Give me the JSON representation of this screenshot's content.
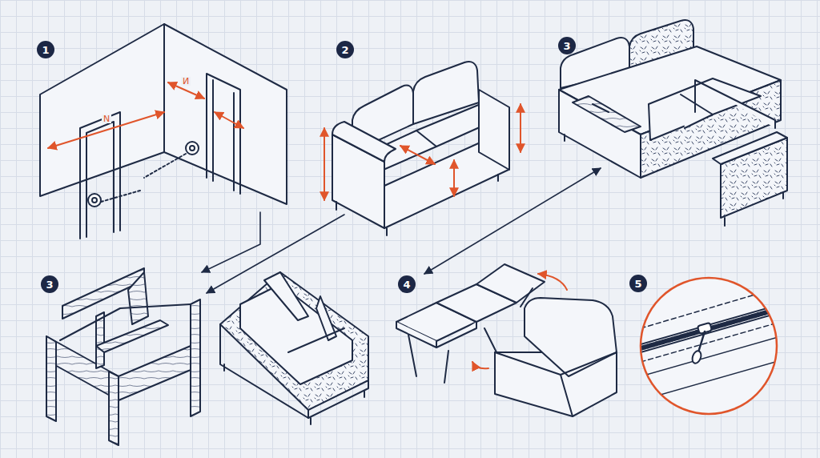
{
  "diagram": {
    "nodes": [
      {
        "text": [
          "1"
        ]
      },
      {
        "text": [
          "2"
        ]
      },
      {
        "text": [
          "3"
        ]
      },
      {
        "text": [
          "3"
        ]
      },
      {
        "text": [
          "4"
        ]
      },
      {
        "text": [
          "5"
        ]
      }
    ],
    "labels": [
      "N",
      "И"
    ]
  }
}
